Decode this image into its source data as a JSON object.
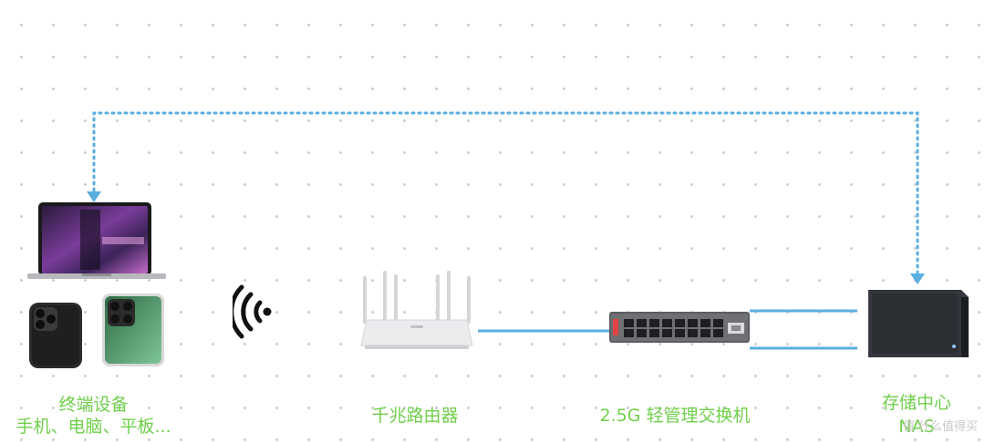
{
  "nodes": {
    "terminal": {
      "title": "终端设备",
      "subtitle": "手机、电脑、平板..."
    },
    "router": {
      "title": "千兆路由器"
    },
    "switch": {
      "title": "2.5G 轻管理交换机"
    },
    "nas": {
      "title": "存储中心",
      "subtitle": "NAS"
    }
  },
  "colors": {
    "label": "#6fcf4a",
    "link": "#5aaee0",
    "dotted_path": "#5aaee0",
    "grid_dot": "#c9ccd0"
  },
  "icons": {
    "laptop": "laptop-icon",
    "phone_black": "phone-icon",
    "phone_green": "phone-icon",
    "wifi": "wifi-icon",
    "router": "router-icon",
    "switch": "switch-icon",
    "nas": "nas-icon"
  },
  "watermark": {
    "text": "值 什么值得买"
  }
}
